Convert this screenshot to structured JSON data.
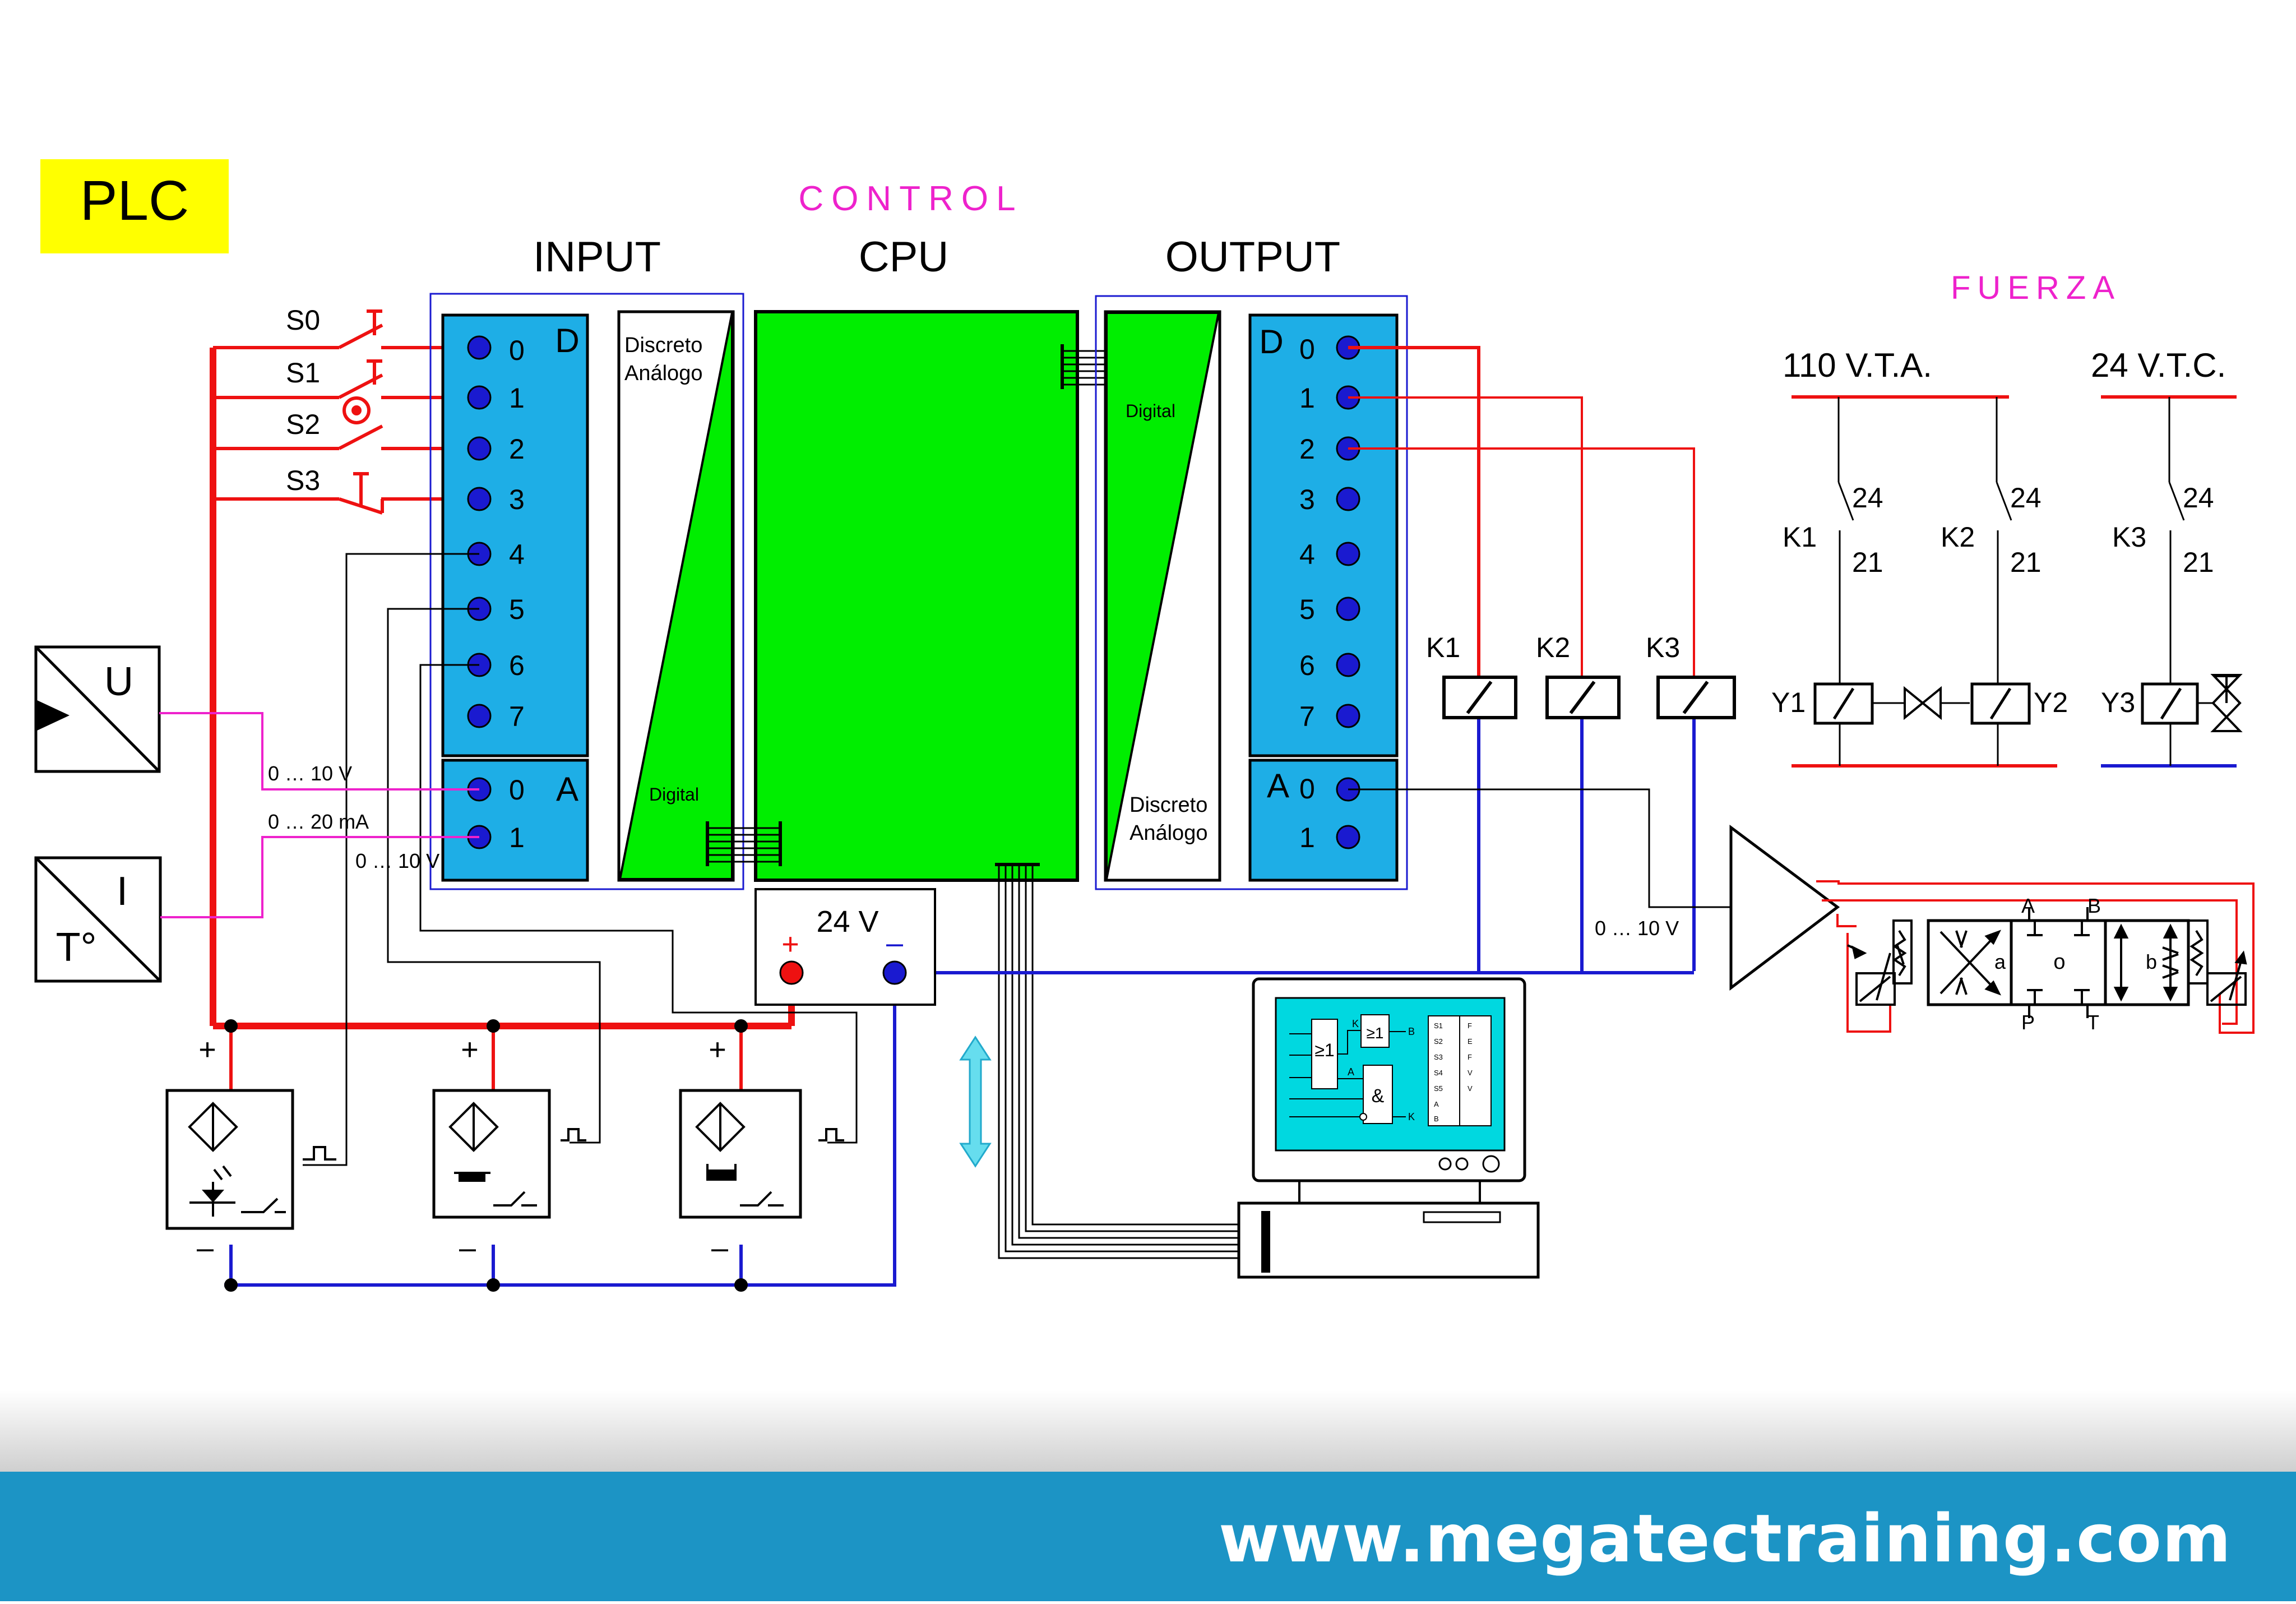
{
  "badge": "PLC",
  "headings": {
    "control": "CONTROL",
    "input": "INPUT",
    "cpu": "CPU",
    "output": "OUTPUT",
    "fuerza": "FUERZA"
  },
  "switches": [
    "S0",
    "S1",
    "S2",
    "S3"
  ],
  "input_module": {
    "digital_letter": "D",
    "digital_channels": [
      "0",
      "1",
      "2",
      "3",
      "4",
      "5",
      "6",
      "7"
    ],
    "analog_letter": "A",
    "analog_channels": [
      "0",
      "1"
    ],
    "converter_top": [
      "Discreto",
      "Análogo"
    ],
    "converter_bottom": "Digital"
  },
  "output_module": {
    "digital_letter": "D",
    "digital_channels": [
      "0",
      "1",
      "2",
      "3",
      "4",
      "5",
      "6",
      "7"
    ],
    "analog_letter": "A",
    "analog_channels": [
      "0",
      "1"
    ],
    "converter_top": "Digital",
    "converter_bottom": [
      "Discreto",
      "Análogo"
    ]
  },
  "transducers": {
    "voltage": "U",
    "current": "I",
    "temperature": "T°"
  },
  "signal_labels": {
    "v10_in": "0 … 10 V",
    "ma20_in": "0 … 20 mA",
    "v10_aux": "0 … 10 V",
    "v10_out": "0 … 10 V"
  },
  "power_supply": {
    "label": "24 V",
    "plus": "+",
    "minus": "–"
  },
  "sensor_signs": {
    "plus": "+",
    "minus": "–"
  },
  "relays": [
    "K1",
    "K2",
    "K3"
  ],
  "fuerza": {
    "ac_supply": "110 V.T.A.",
    "dc_supply": "24 V.T.C.",
    "contacts": [
      {
        "coil": "K1",
        "top": "24",
        "bottom": "21",
        "valve": "Y1"
      },
      {
        "coil": "K2",
        "top": "24",
        "bottom": "21",
        "valve": "Y2"
      },
      {
        "coil": "K3",
        "top": "24",
        "bottom": "21",
        "valve": "Y3"
      }
    ]
  },
  "valve": {
    "ports": [
      "A",
      "B",
      "P",
      "T"
    ],
    "positions": [
      "a",
      "o",
      "b"
    ]
  },
  "screen_diagram": {
    "or1": "≥1",
    "or2": "≥1",
    "and": "&",
    "sig_k": "K",
    "sig_b": "B",
    "sig_a": "A",
    "sig_k2": "K",
    "table": [
      [
        "S1",
        "F"
      ],
      [
        "S2",
        "E"
      ],
      [
        "S3",
        "F"
      ],
      [
        "S4",
        "V"
      ],
      [
        "S5",
        "V"
      ],
      [
        "A",
        ""
      ],
      [
        "B",
        ""
      ]
    ]
  },
  "colors": {
    "module_blue": "#1eaee6",
    "cpu_green": "#00ee00",
    "wire_red": "#ee1111",
    "wire_blue": "#1a1ad0",
    "wire_magenta": "#ee22cc",
    "badge_yellow": "#ffff00",
    "footer": "#1c94c5"
  },
  "footer": {
    "url": "www.megatectraining.com"
  }
}
